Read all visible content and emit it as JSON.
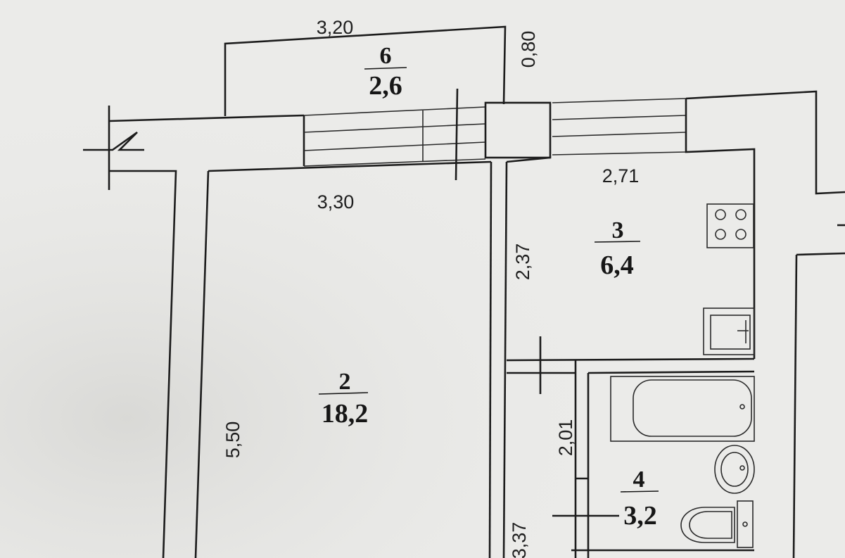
{
  "rooms": [
    {
      "number": "6",
      "area": "2,6"
    },
    {
      "number": "2",
      "area": "18,2"
    },
    {
      "number": "3",
      "area": "6,4"
    },
    {
      "number": "4",
      "area": "3,2"
    }
  ],
  "dimensions": {
    "balcony_width": "3,20",
    "balcony_depth": "0,80",
    "room2_width": "3,30",
    "room2_length": "5,50",
    "kitchen_width": "2,71",
    "kitchen_length": "2,37",
    "bathroom_length": "2,01",
    "hall_length": "3,37"
  },
  "colors": {
    "paper": "#ebebe9",
    "ink": "#1c1c1c"
  }
}
